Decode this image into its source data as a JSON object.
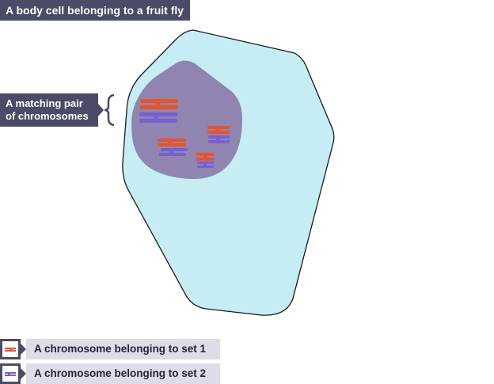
{
  "title": "A body cell belonging to a fruit fly",
  "pair_label": {
    "line1": "A matching pair",
    "line2": "of chromosomes"
  },
  "legend": [
    {
      "label": "A chromosome belonging to set 1",
      "color": "#e8542a"
    },
    {
      "label": "A chromosome belonging to set 2",
      "color": "#7a5fd0"
    }
  ],
  "colors": {
    "cell_fill": "#c6ecf4",
    "nucleus_fill": "#8f85b0",
    "set1": "#e8542a",
    "set2": "#7a5fd0",
    "label_bg": "#4a4b66"
  }
}
